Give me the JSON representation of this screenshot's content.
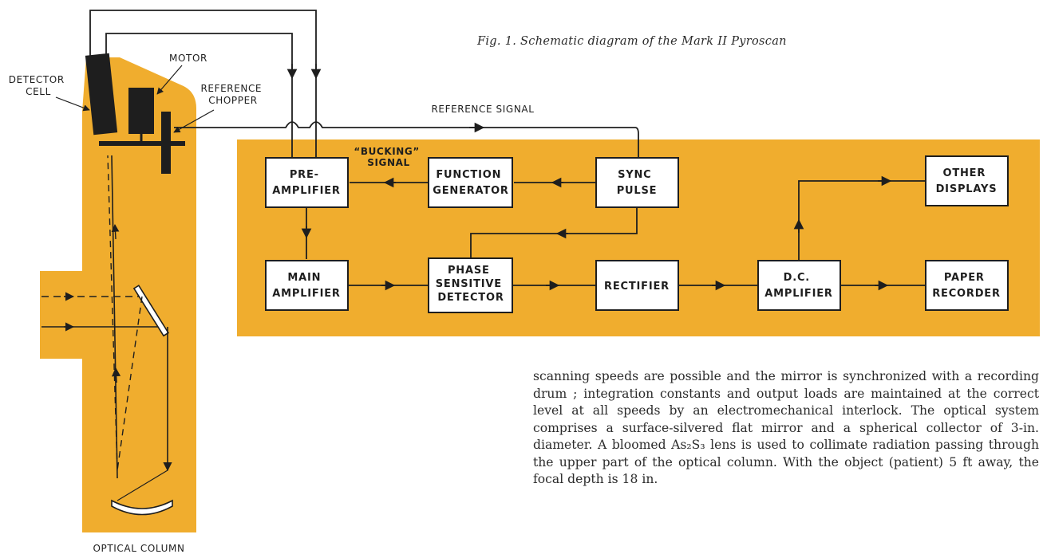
{
  "caption": "Fig. 1.   Schematic diagram of the Mark II Pyroscan",
  "labels": {
    "detector_cell": [
      "DETECTOR",
      "CELL"
    ],
    "motor": "MOTOR",
    "reference_chopper": [
      "REFERENCE",
      "CHOPPER"
    ],
    "reference_signal": "REFERENCE SIGNAL",
    "bucking_signal": [
      "“BUCKING”",
      "SIGNAL"
    ],
    "optical_column": "OPTICAL COLUMN"
  },
  "blocks": {
    "preamplifier": [
      "PRE-",
      "AMPLIFIER"
    ],
    "function_generator": [
      "FUNCTION",
      "GENERATOR"
    ],
    "sync_pulse": [
      "SYNC",
      "PULSE"
    ],
    "other_displays": [
      "OTHER",
      "DISPLAYS"
    ],
    "main_amplifier": [
      "MAIN",
      "AMPLIFIER"
    ],
    "phase_sensitive_detector": [
      "PHASE",
      "SENSITIVE",
      "DETECTOR"
    ],
    "rectifier": [
      "RECTIFIER"
    ],
    "dc_amplifier": [
      "D.C.",
      "AMPLIFIER"
    ],
    "paper_recorder": [
      "PAPER",
      "RECORDER"
    ]
  },
  "body_text": "scanning speeds are possible and the mirror is synchronized with a recording drum ; integration constants and output loads are maintained at the correct level at all speeds by an electromechanical interlock.  The optical system comprises a surface-silvered flat mirror and a spherical collector of 3-in. diameter.  A bloomed As₂S₃ lens is used to collimate radiation passing through the upper part of the optical column.  With the object (patient) 5 ft away, the focal depth is 18 in.",
  "colors": {
    "panel": "#f0ad2e",
    "line": "#1e1e1e",
    "box_fill": "#ffffff"
  }
}
